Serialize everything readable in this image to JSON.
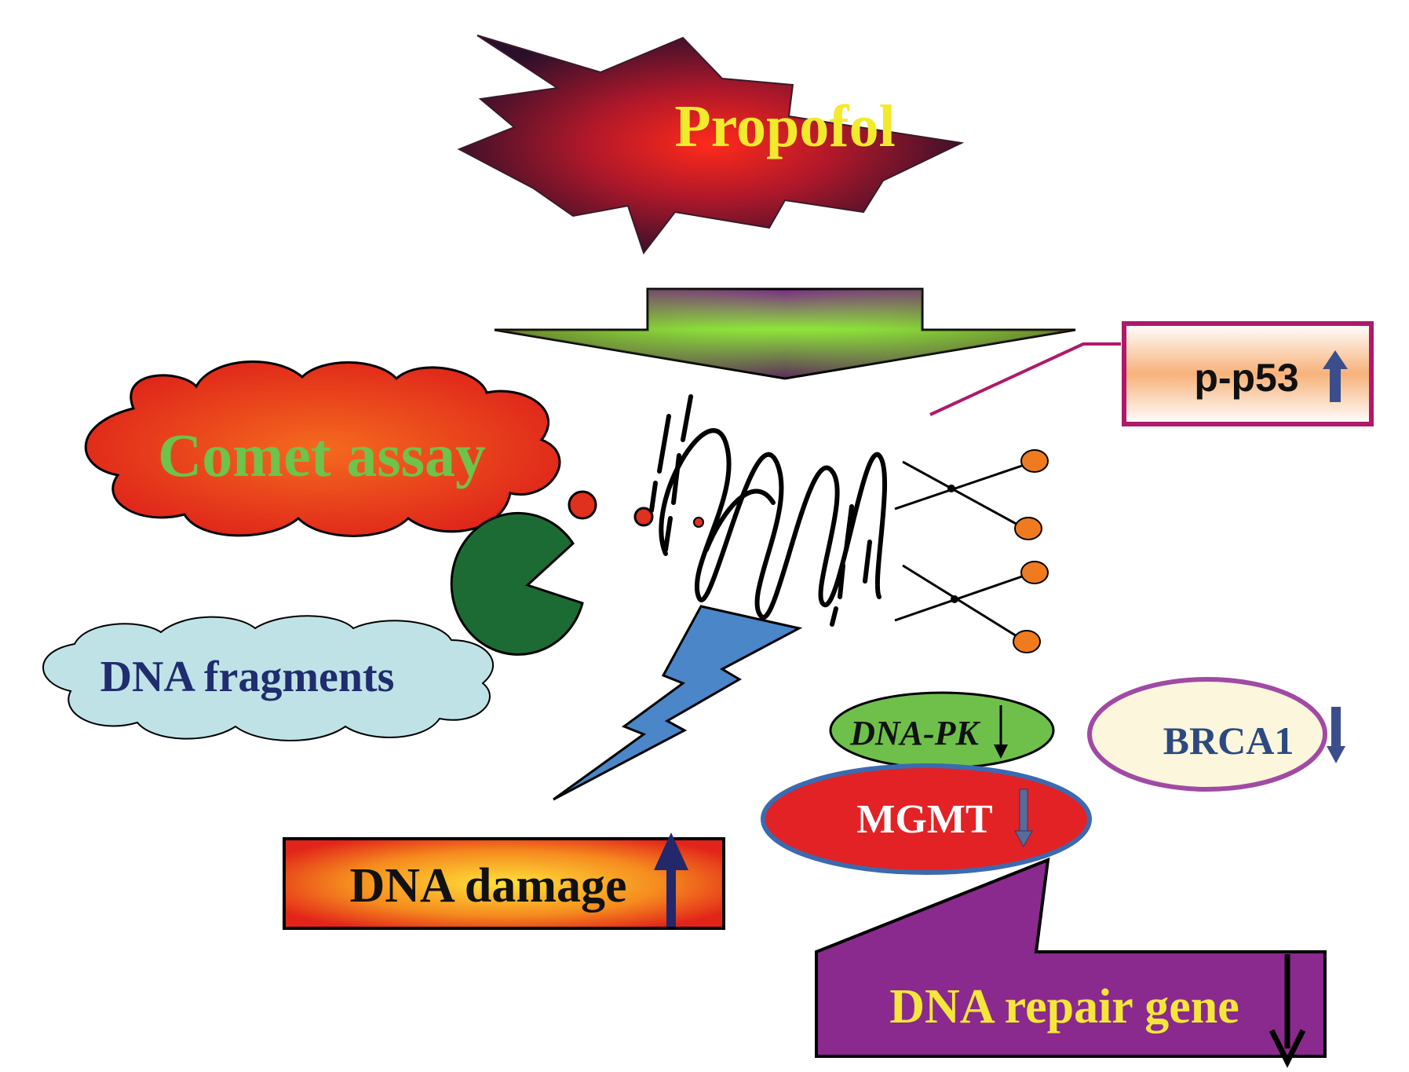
{
  "labels": {
    "drug": "Propofol",
    "assay": "Comet assay",
    "fragments": "DNA fragments",
    "p53": "p-p53",
    "dnapk": "DNA-PK",
    "brca1": "BRCA1",
    "mgmt": "MGMT",
    "damage": "DNA damage",
    "repair": "DNA repair gene"
  },
  "trends": {
    "p53": "up",
    "dnapk": "down",
    "brca1": "down",
    "mgmt": "down",
    "damage": "up",
    "repair": "down"
  },
  "colors": {
    "drug_text": "#f2ea2c",
    "starburst_core": "#e8281f",
    "starburst_edge": "#2a0f2a",
    "assay_text": "#6fc24a",
    "assay_cloud": "#e22a1c",
    "fragments_text": "#1f2d6e",
    "fragments_cloud": "#bfe2e6",
    "pacman": "#1d6b34",
    "lightning": "#4a86c8",
    "dnapk_fill": "#6ec04a",
    "brca1_fill": "#fbf6dc",
    "brca1_border": "#a14aa3",
    "mgmt_fill": "#e22225",
    "mgmt_border": "#3b6ab0",
    "repair_fill": "#8a2a8e",
    "repair_text": "#f5e63a",
    "p53_border": "#b0186a",
    "scissor_handle": "#f07a1e",
    "radical": "#e0301e",
    "arrow_blue": "#3b4e8c"
  }
}
